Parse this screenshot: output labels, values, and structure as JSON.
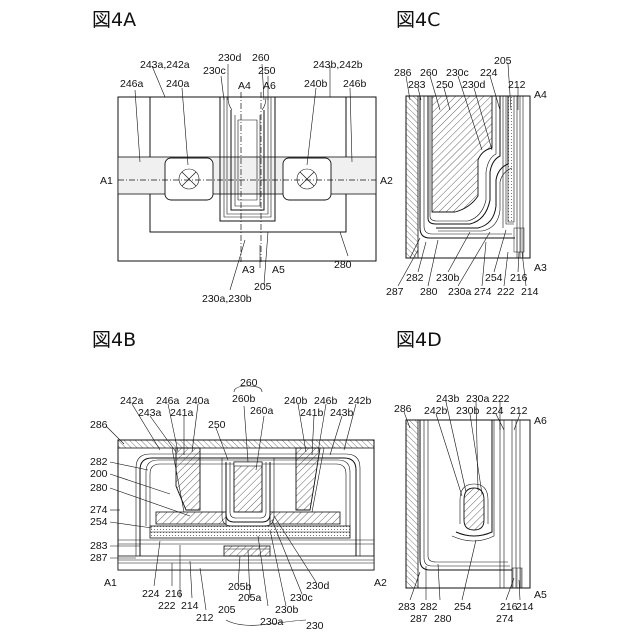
{
  "titles": {
    "a": "図4A",
    "b": "図4B",
    "c": "図4C",
    "d": "図4D"
  },
  "fig_a": {
    "labels": {
      "l243a_242a": "243a,242a",
      "l246a": "246a",
      "l240a": "240a",
      "l230d": "230d",
      "l260": "260",
      "l230c": "230c",
      "l250": "250",
      "lA4": "A4",
      "lA6": "A6",
      "l243b_242b": "243b,242b",
      "l240b": "240b",
      "l246b": "246b",
      "lA1": "A1",
      "lA2": "A2",
      "lA3": "A3",
      "lA5": "A5",
      "l230ab": "230a,230b",
      "l205": "205",
      "l280": "280"
    }
  },
  "fig_b": {
    "labels": {
      "l260": "260",
      "l260b": "260b",
      "l260a": "260a",
      "l242a": "242a",
      "l246a": "246a",
      "l240a": "240a",
      "l243a": "243a",
      "l241a": "241a",
      "l240b": "240b",
      "l246b": "246b",
      "l242b": "242b",
      "l241b": "241b",
      "l243b": "243b",
      "l286": "286",
      "l250": "250",
      "l282": "282",
      "l200": "200",
      "l280": "280",
      "l274": "274",
      "l254": "254",
      "l283": "283",
      "l287": "287",
      "lA1": "A1",
      "lA2": "A2",
      "l224": "224",
      "l216": "216",
      "l222": "222",
      "l214": "214",
      "l212": "212",
      "l205b": "205b",
      "l205a": "205a",
      "l205": "205",
      "l230a": "230a",
      "l230b": "230b",
      "l230c": "230c",
      "l230d": "230d",
      "l230": "230"
    }
  },
  "fig_c": {
    "labels": {
      "l286": "286",
      "l283": "283",
      "l260": "260",
      "l250": "250",
      "l230c": "230c",
      "l230d": "230d",
      "l224": "224",
      "l205": "205",
      "l212": "212",
      "lA4": "A4",
      "l287": "287",
      "l282": "282",
      "l280": "280",
      "l230b": "230b",
      "l230a": "230a",
      "l274": "274",
      "l254": "254",
      "l222": "222",
      "l216": "216",
      "l214": "214",
      "lA3": "A3"
    }
  },
  "fig_d": {
    "labels": {
      "l286": "286",
      "l243b": "243b",
      "l242b": "242b",
      "l230a": "230a",
      "l230b": "230b",
      "l222": "222",
      "l224": "224",
      "l212": "212",
      "lA6": "A6",
      "l283": "283",
      "l282": "282",
      "l254": "254",
      "l287": "287",
      "l280": "280",
      "l216": "216",
      "l274": "274",
      "l214": "214",
      "lA5": "A5"
    }
  }
}
